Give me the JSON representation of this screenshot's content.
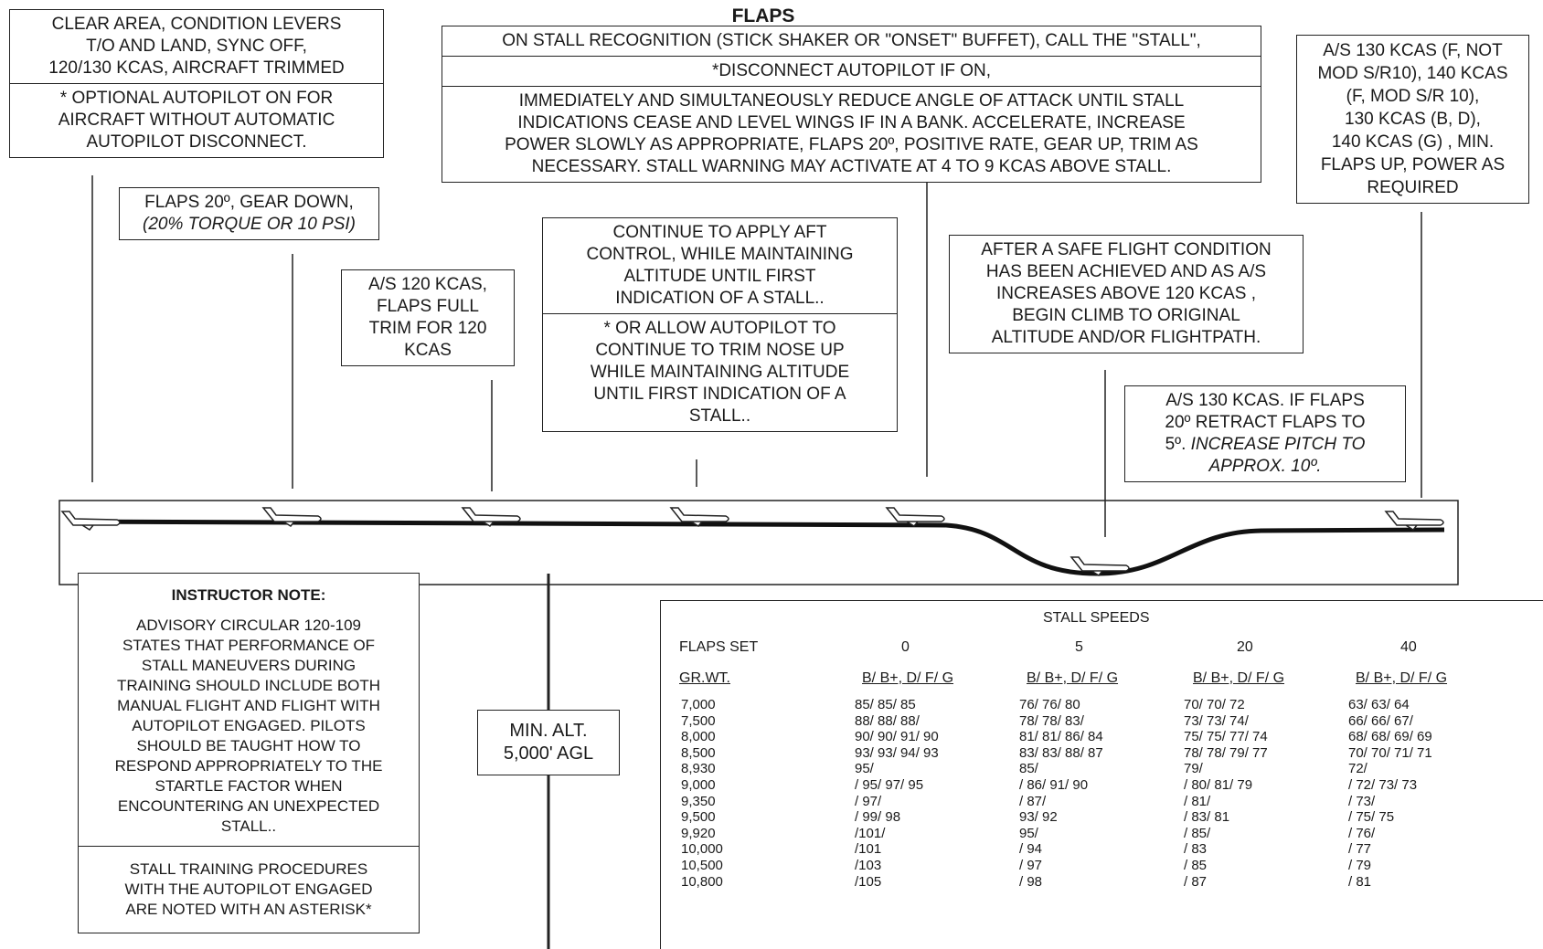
{
  "title": "FLAPS",
  "boxes": {
    "clear_area_line1": "CLEAR AREA, CONDITION LEVERS\nT/O AND LAND, SYNC OFF,\n120/130 KCAS, AIRCRAFT TRIMMED",
    "clear_area_line2": "* OPTIONAL AUTOPILOT ON FOR\nAIRCRAFT WITHOUT AUTOMATIC\nAUTOPILOT DISCONNECT.",
    "flaps20_a": "FLAPS 20º, GEAR DOWN,",
    "flaps20_b": "(20% TORQUE OR 10 PSI)",
    "as120": "A/S 120 KCAS,\nFLAPS FULL\nTRIM FOR 120\nKCAS",
    "recognition_1": "ON STALL RECOGNITION (STICK SHAKER OR \"ONSET\" BUFFET), CALL THE \"STALL\",",
    "recognition_2": "*DISCONNECT AUTOPILOT IF ON,",
    "recognition_3": "IMMEDIATELY AND SIMULTANEOUSLY REDUCE ANGLE OF ATTACK UNTIL STALL\nINDICATIONS CEASE AND LEVEL WINGS IF IN A BANK. ACCELERATE, INCREASE\nPOWER SLOWLY AS APPROPRIATE, FLAPS 20º, POSITIVE RATE, GEAR UP, TRIM AS\nNECESSARY. STALL WARNING MAY ACTIVATE AT 4 TO 9 KCAS ABOVE STALL.",
    "continue_1": "CONTINUE TO APPLY AFT\nCONTROL, WHILE MAINTAINING\nALTITUDE UNTIL FIRST\nINDICATION OF A STALL..",
    "continue_2": "* OR ALLOW AUTOPILOT TO\nCONTINUE TO TRIM NOSE UP\nWHILE MAINTAINING ALTITUDE\nUNTIL FIRST INDICATION OF A\nSTALL..",
    "after_safe": "AFTER A SAFE FLIGHT CONDITION\nHAS BEEN ACHIEVED AND AS A/S\nINCREASES ABOVE 120 KCAS ,\nBEGIN CLIMB TO ORIGINAL\nALTITUDE AND/OR FLIGHTPATH.",
    "as130_a": "A/S 130 KCAS. IF FLAPS\n20º RETRACT FLAPS TO\n5º. ",
    "as130_b": "INCREASE PITCH TO\nAPPROX. 10º.",
    "right_box": "A/S 130 KCAS (F, NOT\nMOD S/R10), 140 KCAS\n(F, MOD S/R 10),\n130 KCAS (B, D),\n140 KCAS (G) , MIN.\nFLAPS UP, POWER AS\nREQUIRED",
    "min_alt": "MIN. ALT.\n5,000' AGL",
    "note_title": "INSTRUCTOR NOTE:",
    "note_body": "ADVISORY CIRCULAR 120-109\nSTATES THAT PERFORMANCE OF\nSTALL MANEUVERS DURING\nTRAINING SHOULD INCLUDE BOTH\nMANUAL FLIGHT AND FLIGHT WITH\nAUTOPILOT ENGAGED. PILOTS\nSHOULD BE TAUGHT HOW TO\nRESPOND APPROPRIATELY TO THE\nSTARTLE FACTOR WHEN\nENCOUNTERING AN UNEXPECTED\nSTALL..",
    "note_footer": "STALL TRAINING PROCEDURES\nWITH THE AUTOPILOT ENGAGED\nARE NOTED WITH AN ASTERISK*"
  },
  "stall_table": {
    "title": "STALL SPEEDS",
    "flaps_label": "FLAPS SET",
    "flaps": [
      "0",
      "5",
      "20",
      "40"
    ],
    "weight_header": "GR.WT.",
    "model_header": "B/ B+, D/ F/ G",
    "weights": "7,000\n7,500\n8,000\n8,500\n8,930\n9,000\n9,350\n9,500\n9,920\n10,000\n10,500\n10,800",
    "f0_left": "85/ 85/ 85\n88/ 88/ 88/\n90/ 90/ 91/ 90\n93/ 93/ 94/ 93\n95/\n/ 95/ 97/ 95\n/ 97/\n/ 99/ 98\n/101/\n/101\n/103\n/105",
    "f5": "76/ 76/ 80\n78/ 78/ 83/\n81/ 81/ 86/ 84\n83/ 83/ 88/ 87\n85/\n/ 86/ 91/ 90\n/ 87/\n93/ 92\n95/\n/ 94\n/ 97\n/ 98",
    "f20": "70/ 70/ 72\n73/ 73/ 74/\n75/ 75/ 77/ 74\n78/ 78/ 79/ 77\n79/\n/ 80/ 81/ 79\n/ 81/\n/ 83/ 81\n/ 85/\n/ 83\n/ 85\n/ 87",
    "f40": "63/ 63/ 64\n66/ 66/ 67/\n68/ 68/ 69/ 69\n70/ 70/ 71/ 71\n72/\n/ 72/ 73/ 73\n/ 73/\n/ 75/ 75\n/ 76/\n/ 77\n/ 79\n/ 81"
  }
}
